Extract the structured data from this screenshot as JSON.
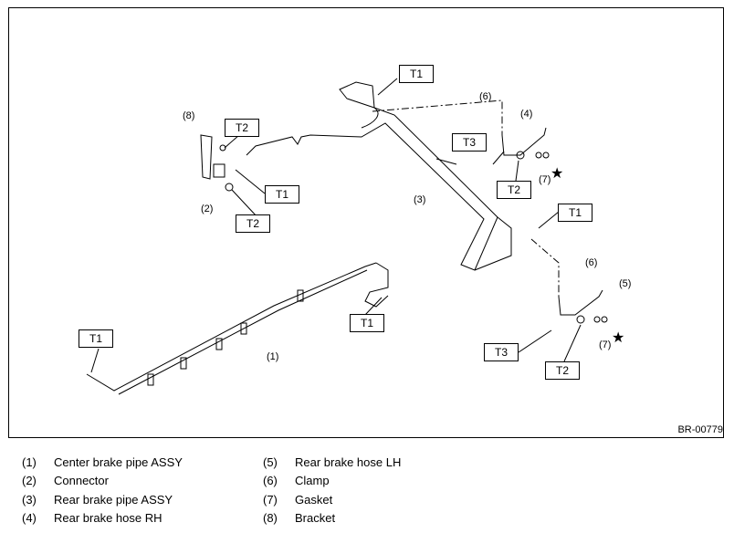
{
  "diagram": {
    "tags": {
      "t1": "T1",
      "t2": "T2",
      "t3": "T3"
    },
    "part_numbers": {
      "p1": "(1)",
      "p2": "(2)",
      "p3": "(3)",
      "p4": "(4)",
      "p5": "(5)",
      "p6": "(6)",
      "p7": "(7)",
      "p8": "(8)"
    },
    "star": "★",
    "figure_code": "BR-00779"
  },
  "legend": [
    {
      "num": "(1)",
      "text": "Center brake pipe ASSY"
    },
    {
      "num": "(2)",
      "text": "Connector"
    },
    {
      "num": "(3)",
      "text": "Rear brake pipe ASSY"
    },
    {
      "num": "(4)",
      "text": "Rear brake hose RH"
    },
    {
      "num": "(5)",
      "text": "Rear brake hose LH"
    },
    {
      "num": "(6)",
      "text": "Clamp"
    },
    {
      "num": "(7)",
      "text": "Gasket"
    },
    {
      "num": "(8)",
      "text": "Bracket"
    }
  ]
}
